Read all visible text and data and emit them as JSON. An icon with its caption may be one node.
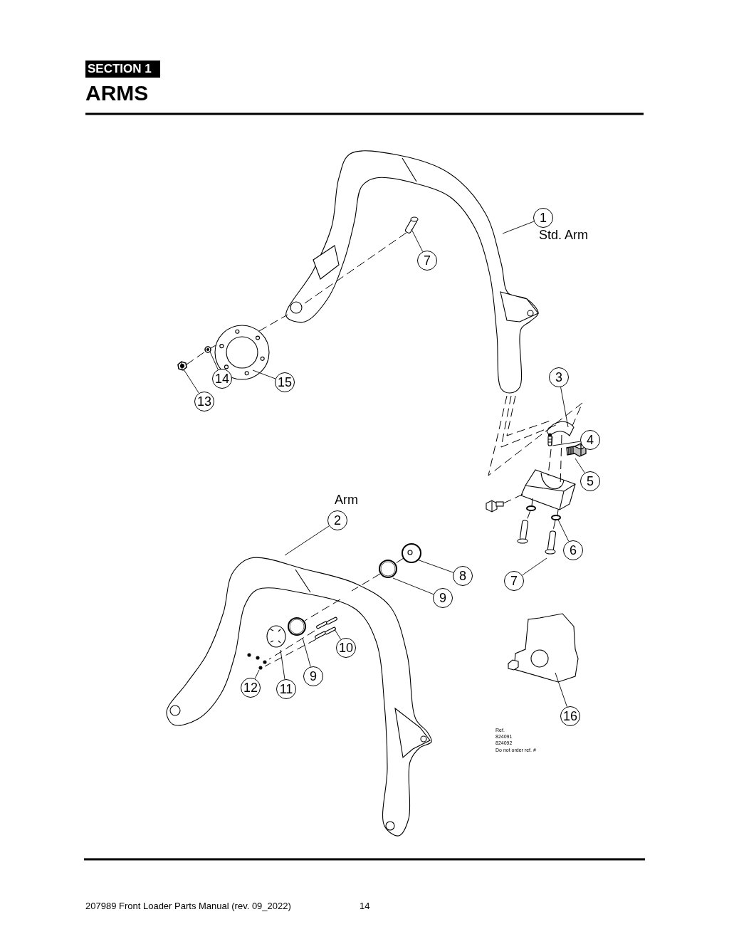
{
  "diagram": {
    "title": "ARMS",
    "nodes": [
      {
        "text": [
          "1"
        ],
        "beside": [
          "Std. Arm"
        ]
      },
      {
        "text": [
          "7"
        ]
      },
      {
        "text": [
          "3"
        ]
      },
      {
        "text": [
          "14"
        ]
      },
      {
        "text": [
          "15"
        ]
      },
      {
        "text": [
          "13"
        ]
      },
      {
        "text": [
          "4"
        ]
      },
      {
        "text": [
          "5"
        ]
      },
      {
        "text": [
          "2"
        ],
        "beside": [
          "Arm"
        ]
      },
      {
        "text": [
          "6"
        ]
      },
      {
        "text": [
          "8"
        ]
      },
      {
        "text": [
          "7"
        ]
      },
      {
        "text": [
          "9"
        ]
      },
      {
        "text": [
          "10"
        ]
      },
      {
        "text": [
          "9"
        ]
      },
      {
        "text": [
          "12"
        ]
      },
      {
        "text": [
          "11"
        ]
      },
      {
        "text": [
          "16"
        ]
      },
      {
        "text": [],
        "shape": "picture"
      },
      {
        "text": [],
        "shape": "picture"
      },
      {
        "text": [],
        "shape": "picture"
      },
      {
        "text": [],
        "shape": "picture"
      },
      {
        "text": [],
        "shape": "picture"
      },
      {
        "text": [],
        "shape": "picture"
      },
      {
        "text": [],
        "shape": "picture"
      },
      {
        "text": [],
        "shape": "picture"
      },
      {
        "text": [],
        "shape": "picture"
      },
      {
        "text": [],
        "shape": "picture"
      },
      {
        "text": [],
        "shape": "picture"
      },
      {
        "text": [],
        "shape": "picture"
      },
      {
        "text": [],
        "shape": "picture"
      },
      {
        "text": [],
        "shape": "picture"
      },
      {
        "text": [],
        "shape": "picture"
      },
      {
        "text": [],
        "shape": "picture"
      },
      {
        "text": [],
        "shape": "picture"
      },
      {
        "text": [],
        "shape": "picture"
      },
      {
        "text": [],
        "shape": "picture"
      },
      {
        "text": [],
        "shape": "picture"
      }
    ],
    "edges": [
      {
        "from": 0,
        "to": 18,
        "arrow": "none"
      },
      {
        "from": 1,
        "to": 19,
        "arrow": "none"
      },
      {
        "from": 2,
        "to": 20,
        "arrow": "none"
      },
      {
        "from": 3,
        "to": 21,
        "arrow": "none"
      },
      {
        "from": 4,
        "to": 22,
        "arrow": "none"
      },
      {
        "from": 5,
        "to": 23,
        "arrow": "none"
      },
      {
        "from": 6,
        "to": 24,
        "arrow": "none"
      },
      {
        "from": 7,
        "to": 25,
        "arrow": "none"
      },
      {
        "from": 8,
        "to": 26,
        "arrow": "none"
      },
      {
        "from": 9,
        "to": 27,
        "arrow": "none"
      },
      {
        "from": 10,
        "to": 28,
        "arrow": "none"
      },
      {
        "from": 11,
        "to": 29,
        "arrow": "none"
      },
      {
        "from": 12,
        "to": 30,
        "arrow": "none"
      },
      {
        "from": 13,
        "to": 31,
        "arrow": "none"
      },
      {
        "from": 14,
        "to": 32,
        "arrow": "none"
      },
      {
        "from": 15,
        "to": 33,
        "arrow": "none"
      },
      {
        "from": 16,
        "to": 34,
        "arrow": "none"
      },
      {
        "from": 17,
        "to": 35,
        "arrow": "none"
      },
      {
        "from": 23,
        "to": 21,
        "arrow": "none",
        "style": "dashed"
      },
      {
        "from": 21,
        "to": 22,
        "arrow": "none",
        "style": "dashed"
      },
      {
        "from": 22,
        "to": 18,
        "arrow": "none",
        "style": "dashed"
      },
      {
        "from": 18,
        "to": 19,
        "arrow": "none",
        "style": "dashed"
      },
      {
        "from": 18,
        "to": 20,
        "arrow": "none",
        "style": "dashed"
      },
      {
        "from": 18,
        "to": 20,
        "arrow": "none",
        "style": "dashed"
      },
      {
        "from": 18,
        "to": 20,
        "arrow": "none",
        "style": "dashed"
      },
      {
        "from": 20,
        "to": 36,
        "arrow": "none",
        "style": "dashed"
      },
      {
        "from": 20,
        "to": 36,
        "arrow": "none",
        "style": "dashed"
      },
      {
        "from": 37,
        "to": 36,
        "arrow": "none",
        "style": "dashed"
      },
      {
        "from": 36,
        "to": 27,
        "arrow": "none",
        "style": "dashed"
      },
      {
        "from": 36,
        "to": 27,
        "arrow": "none",
        "style": "dashed"
      },
      {
        "from": 27,
        "to": 29,
        "arrow": "none",
        "style": "dashed"
      },
      {
        "from": 27,
        "to": 29,
        "arrow": "none",
        "style": "dashed"
      },
      {
        "from": 28,
        "to": 30,
        "arrow": "none",
        "style": "dashed"
      },
      {
        "from": 30,
        "to": 26,
        "arrow": "none",
        "style": "dashed"
      },
      {
        "from": 26,
        "to": 32,
        "arrow": "none",
        "style": "dashed"
      },
      {
        "from": 31,
        "to": 33,
        "arrow": "none",
        "style": "dashed"
      },
      {
        "from": 31,
        "to": 33,
        "arrow": "none",
        "style": "dashed"
      }
    ],
    "labels": [
      "SECTION 1",
      "Ref.",
      "824091",
      "824092",
      "Do not order ref. #",
      "207989 Front Loader Parts Manual (rev. 09_2022)",
      "14"
    ]
  }
}
